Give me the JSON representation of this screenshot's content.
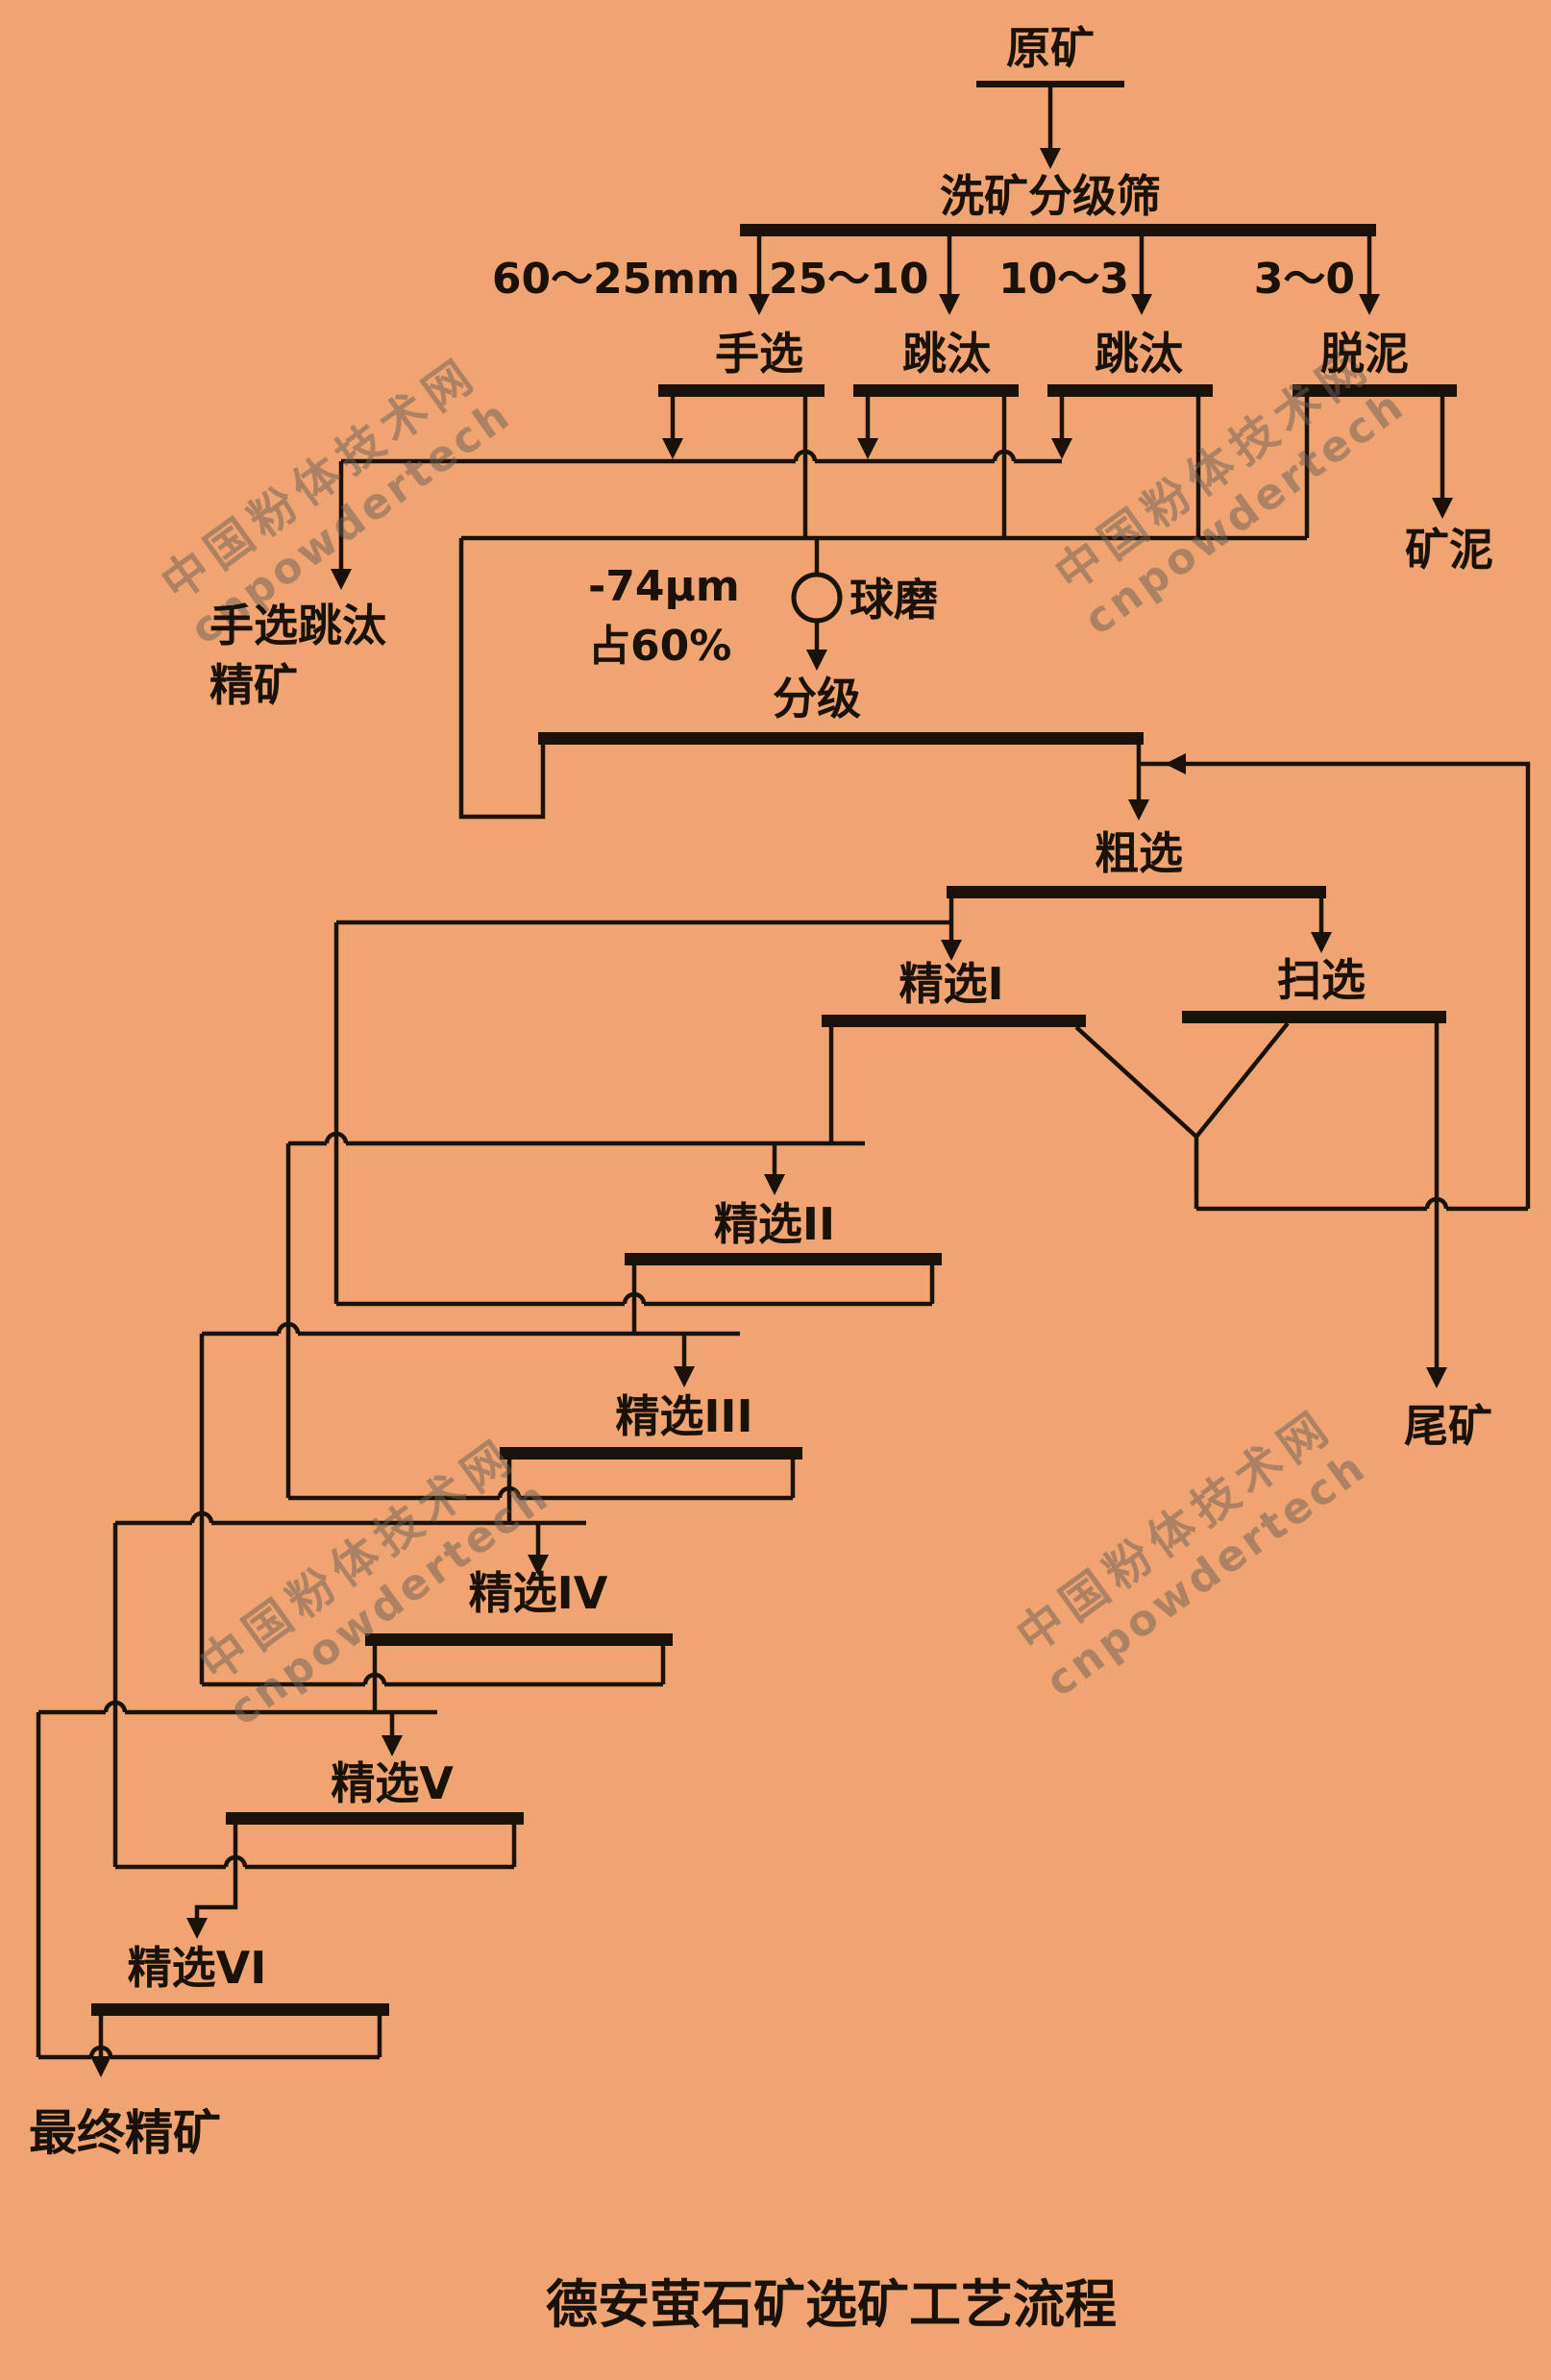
{
  "background": "#efa471",
  "line_color": "#1a1208",
  "title": "德安萤石矿选矿工艺流程",
  "watermark": {
    "line1": "中国粉体技术网",
    "line2": "cnpowdertech"
  },
  "size_fractions": [
    "60～25mm",
    "25～10",
    "10～3",
    "3～0"
  ],
  "nodes": {
    "raw_ore": "原矿",
    "wash_screen": "洗矿分级筛",
    "hand_sort": "手选",
    "jig_1": "跳汰",
    "jig_2": "跳汰",
    "deslime": "脱泥",
    "slime": "矿泥",
    "hand_jig_concentrate_line1": "手选跳汰",
    "hand_jig_concentrate_line2": "精矿",
    "fineness_line1": "-74μm",
    "fineness_line2": "占60%",
    "ball_mill": "球磨",
    "classifier": "分级",
    "rougher": "粗选",
    "cleaner1": "精选I",
    "scavenger": "扫选",
    "cleaner2": "精选II",
    "cleaner3": "精选III",
    "cleaner4": "精选IV",
    "cleaner5": "精选V",
    "cleaner6": "精选VI",
    "tailings": "尾矿",
    "final_concentrate": "最终精矿"
  }
}
